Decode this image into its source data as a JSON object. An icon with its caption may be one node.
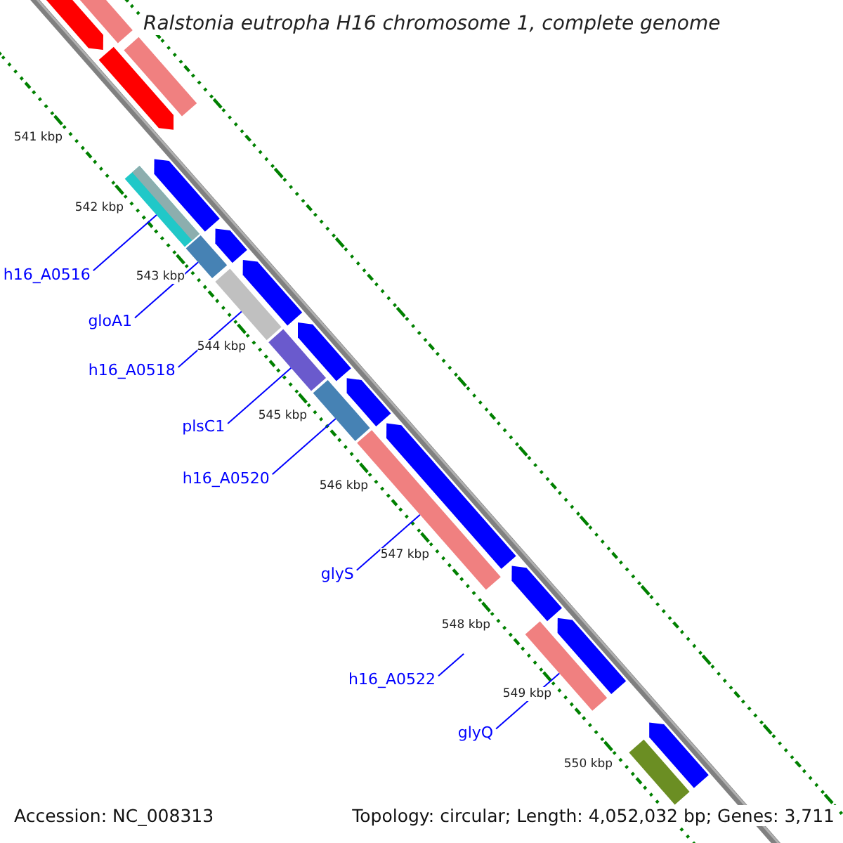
{
  "diagram": {
    "title": "Ralstonia eutropha H16 chromosome 1, complete genome",
    "nodes": [
      {
        "text": [
          "h16_A0516"
        ]
      },
      {
        "text": [
          "gloA1"
        ]
      },
      {
        "text": [
          "h16_A0518"
        ]
      },
      {
        "text": [
          "plsC1"
        ]
      },
      {
        "text": [
          "h16_A0520"
        ]
      },
      {
        "text": [
          "glyS"
        ]
      },
      {
        "text": [
          "h16_A0522"
        ]
      },
      {
        "text": [
          "glyQ"
        ]
      },
      {
        "text": [],
        "shape": "bar"
      },
      {
        "text": [],
        "shape": "bar"
      },
      {
        "text": [],
        "shape": "bar"
      },
      {
        "text": [],
        "shape": "bar"
      },
      {
        "text": [],
        "shape": "bar"
      },
      {
        "text": [],
        "shape": "bar"
      },
      {
        "text": [],
        "shape": "bar"
      },
      {
        "text": [],
        "shape": "arrow"
      },
      {
        "text": [],
        "shape": "bar"
      },
      {
        "text": [],
        "shape": "arrow"
      },
      {
        "text": [],
        "shape": "bar"
      },
      {
        "text": [],
        "shape": "arrow"
      },
      {
        "text": [],
        "shape": "arrow"
      },
      {
        "text": [],
        "shape": "arrow"
      },
      {
        "text": [],
        "shape": "arrow"
      },
      {
        "text": [],
        "shape": "arrow"
      },
      {
        "text": [],
        "shape": "arrow"
      },
      {
        "text": [],
        "shape": "arrow"
      },
      {
        "text": [],
        "shape": "arrow"
      },
      {
        "text": [],
        "shape": "arrow"
      },
      {
        "text": [],
        "shape": "bar"
      }
    ],
    "edges": [
      {
        "from": 0,
        "to": 8,
        "arrow": "none"
      },
      {
        "from": 1,
        "to": 9,
        "arrow": "none"
      },
      {
        "from": 2,
        "to": 10,
        "arrow": "none"
      },
      {
        "from": 3,
        "to": 11,
        "arrow": "none"
      },
      {
        "from": 4,
        "to": 12,
        "arrow": "none"
      },
      {
        "from": 5,
        "to": 13,
        "arrow": "none"
      },
      {
        "from": 6,
        "to": null,
        "arrow": "none"
      },
      {
        "from": 7,
        "to": 14,
        "arrow": "none"
      }
    ],
    "labels": [
      "541 kbp",
      "542 kbp",
      "543 kbp",
      "544 kbp",
      "545 kbp",
      "546 kbp",
      "547 kbp",
      "548 kbp",
      "549 kbp",
      "550 kbp",
      "Accession: NC_008313",
      "Topology: circular; Length: 4,052,032 bp; Genes: 3,711"
    ]
  }
}
